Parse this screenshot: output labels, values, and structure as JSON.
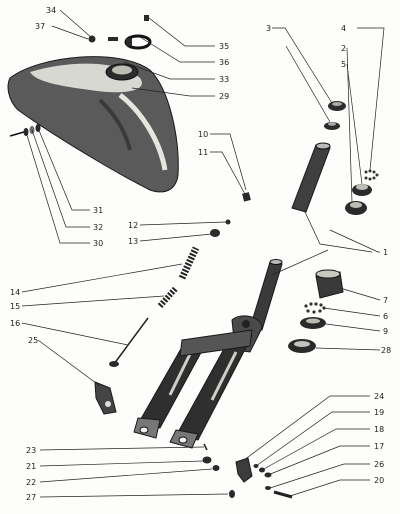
{
  "labels": {
    "l34": "34",
    "l37": "37",
    "l35": "35",
    "l36": "36",
    "l33": "33",
    "l29": "29",
    "l3": "3",
    "l4": "4",
    "l2": "2",
    "l5": "5",
    "l10": "10",
    "l11": "11",
    "l12": "12",
    "l13": "13",
    "l31": "31",
    "l32": "32",
    "l30": "30",
    "l1": "1",
    "l14": "14",
    "l15": "15",
    "l16": "16",
    "l25": "25",
    "l7": "7",
    "l6": "6",
    "l9": "9",
    "l28": "28",
    "l24": "24",
    "l19": "19",
    "l18": "18",
    "l17": "17",
    "l26": "26",
    "l20": "20",
    "l23": "23",
    "l21": "21",
    "l22": "22",
    "l27": "27"
  }
}
